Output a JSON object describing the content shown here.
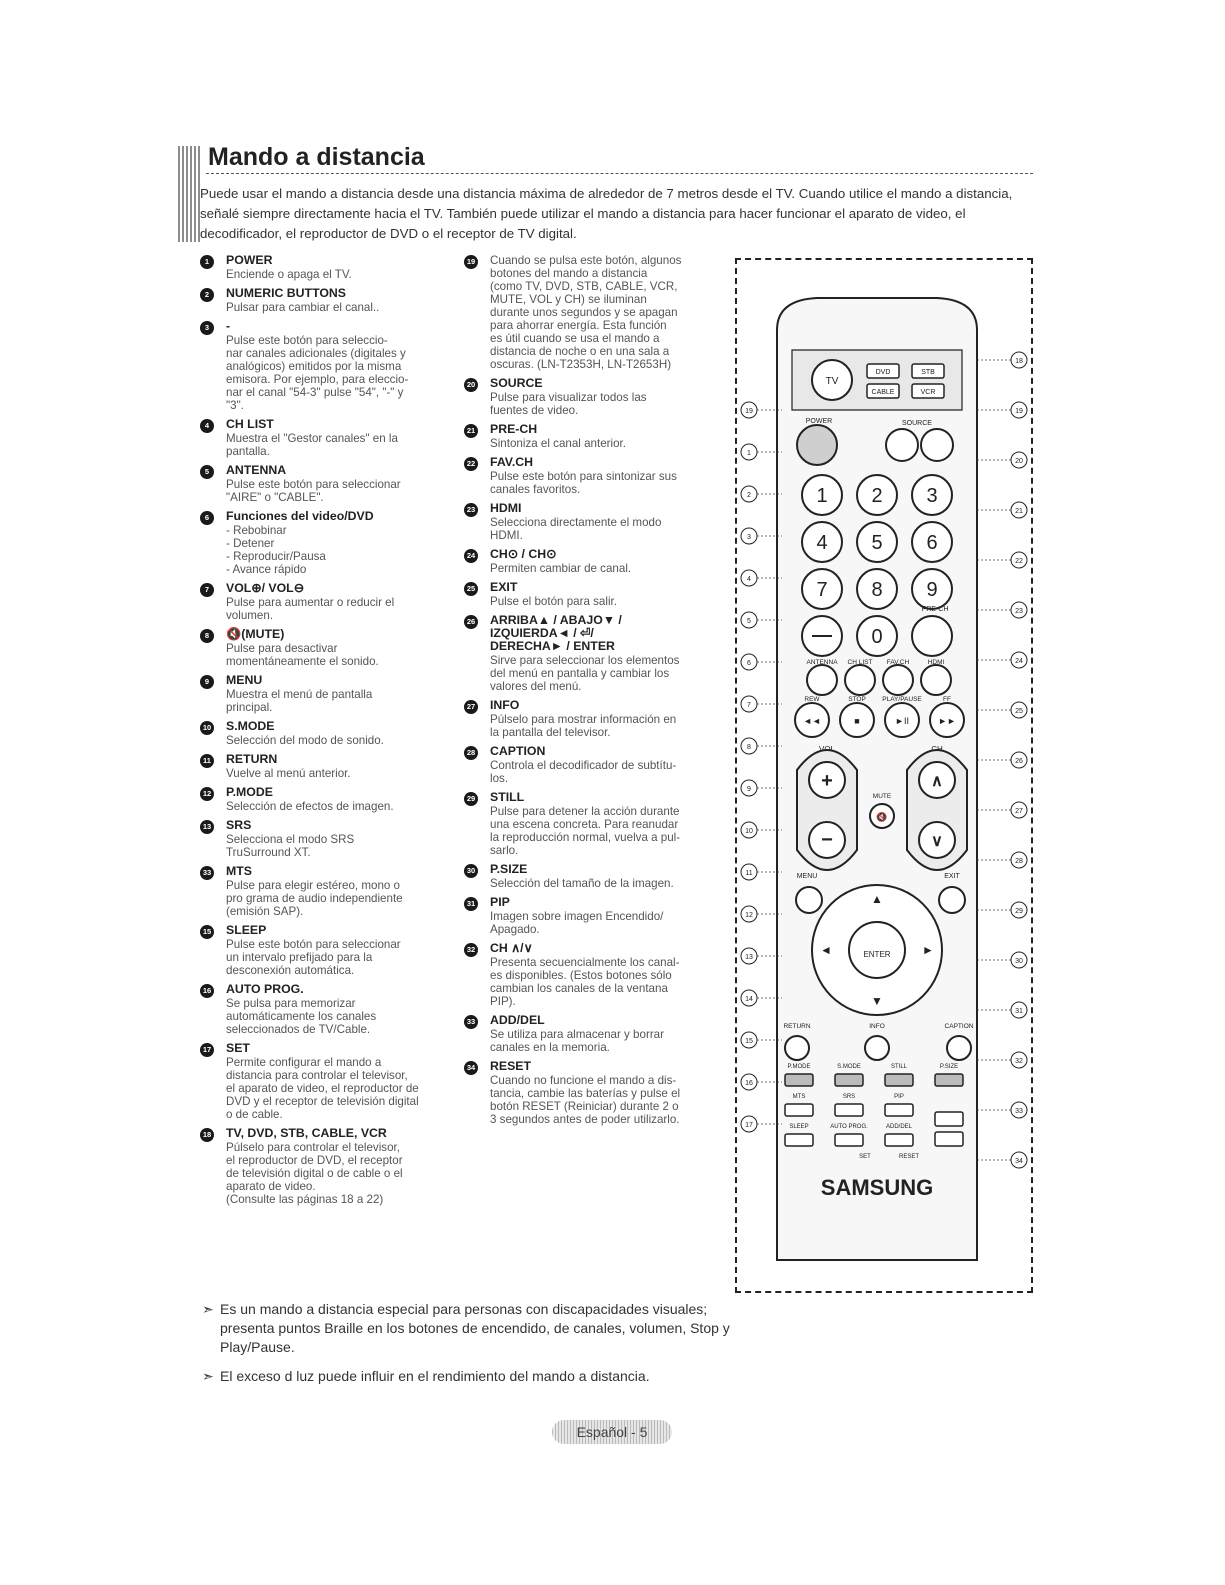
{
  "page": {
    "title": "Mando a distancia",
    "intro": "Puede usar el mando a distancia desde una distancia máxima de alrededor de 7 metros desde el TV. Cuando utilice el mando a distancia, señalé siempre directamente hacia el TV. También puede utilizar el mando a distancia para hacer funcionar el aparato de video, el decodificador, el reproductor de DVD o el receptor de TV digital.",
    "footer": "Español - 5"
  },
  "col1": [
    {
      "n": "1",
      "title": "POWER",
      "desc": "Enciende o apaga el TV."
    },
    {
      "n": "2",
      "title": "NUMERIC BUTTONS",
      "desc": "Pulsar para cambiar el canal.."
    },
    {
      "n": "3",
      "title": "-",
      "desc": "Pulse este botón para seleccio-\nnar canales adicionales (digitales y\nanalógicos) emitidos por la misma\nemisora. Por ejemplo, para eleccio-\nnar el canal \"54-3\" pulse \"54\", \"-\" y\n\"3\"."
    },
    {
      "n": "4",
      "title": "CH LIST",
      "desc": "Muestra el \"Gestor canales\" en la\npantalla."
    },
    {
      "n": "5",
      "title": "ANTENNA",
      "desc": "Pulse este botón para seleccionar\n\"AIRE\" o \"CABLE\"."
    },
    {
      "n": "6",
      "title": "Funciones del video/DVD",
      "desc": "- Rebobinar\n- Detener\n- Reproducir/Pausa\n- Avance rápido"
    },
    {
      "n": "7",
      "title": "VOL⊕/ VOL⊖",
      "desc": "Pulse para aumentar o reducir el\nvolumen."
    },
    {
      "n": "8",
      "title": "🔇(MUTE)",
      "desc": "Pulse para desactivar\nmomentáneamente el sonido."
    },
    {
      "n": "9",
      "title": "MENU",
      "desc": "Muestra el menú de pantalla\nprincipal."
    },
    {
      "n": "10",
      "title": "S.MODE",
      "desc": "Selección del modo de sonido."
    },
    {
      "n": "11",
      "title": "RETURN",
      "desc": "Vuelve al menú anterior."
    },
    {
      "n": "12",
      "title": "P.MODE",
      "desc": "Selección de efectos de imagen."
    },
    {
      "n": "13",
      "title": "SRS",
      "desc": "Selecciona el modo SRS\nTruSurround XT."
    },
    {
      "n": "33",
      "title": "MTS",
      "desc": "Pulse para elegir estéreo, mono o\npro grama de audio independiente\n(emisión SAP)."
    },
    {
      "n": "15",
      "title": "SLEEP",
      "desc": "Pulse este botón para seleccionar\nun intervalo prefijado para la\ndesconexión automática."
    },
    {
      "n": "16",
      "title": "AUTO PROG.",
      "desc": "Se pulsa para memorizar\nautomáticamente los canales\nseleccionados de TV/Cable."
    },
    {
      "n": "17",
      "title": "SET",
      "desc": "Permite configurar el mando a\ndistancia para controlar el televisor,\nel aparato de video, el reproductor de\nDVD y el receptor de televisión digital\no de cable."
    },
    {
      "n": "18",
      "title": "TV, DVD, STB, CABLE, VCR",
      "desc": "Púlselo para controlar el televisor,\nel reproductor de DVD, el receptor\nde televisión digital o de cable o el\naparato de video.\n(Consulte las páginas 18 a 22)"
    }
  ],
  "col2": [
    {
      "n": "19",
      "title": "",
      "desc": "Cuando se pulsa este botón, algunos\nbotones del mando a distancia\n(como TV, DVD, STB, CABLE, VCR,\nMUTE, VOL y CH) se iluminan\ndurante unos segundos y se apagan\npara ahorrar energía. Esta función\nes útil cuando se usa el mando a\ndistancia de noche o en una sala a\noscuras. (LN-T2353H, LN-T2653H)"
    },
    {
      "n": "20",
      "title": "SOURCE",
      "desc": "Pulse para visualizar todos las\nfuentes de video."
    },
    {
      "n": "21",
      "title": "PRE-CH",
      "desc": "Sintoniza el canal anterior."
    },
    {
      "n": "22",
      "title": "FAV.CH",
      "desc": "Pulse este botón para sintonizar sus\ncanales favoritos."
    },
    {
      "n": "23",
      "title": "HDMI",
      "desc": "Selecciona directamente el modo\nHDMI."
    },
    {
      "n": "24",
      "title": "CH⊙ / CH⊙",
      "desc": "Permiten cambiar de canal."
    },
    {
      "n": "25",
      "title": "EXIT",
      "desc": "Pulse el botón para salir."
    },
    {
      "n": "26",
      "title": "ARRIBA▲ / ABAJO▼ /\nIZQUIERDA◄ / ⏎/\nDERECHA► / ENTER",
      "desc": "Sirve para seleccionar los elementos\ndel menú en pantalla y cambiar los\nvalores del menú."
    },
    {
      "n": "27",
      "title": "INFO",
      "desc": "Púlselo para mostrar información en\nla pantalla del televisor."
    },
    {
      "n": "28",
      "title": "CAPTION",
      "desc": "Controla el decodificador de subtítu-\nlos."
    },
    {
      "n": "29",
      "title": "STILL",
      "desc": "Pulse para detener la acción durante\nuna escena concreta. Para reanudar\nla reproducción normal, vuelva a pul-\nsarlo."
    },
    {
      "n": "30",
      "title": "P.SIZE",
      "desc": "Selección del tamaño de la imagen."
    },
    {
      "n": "31",
      "title": "PIP",
      "desc": "Imagen sobre imagen Encendido/\nApagado."
    },
    {
      "n": "32",
      "title": "CH ∧/∨",
      "desc": "Presenta secuencialmente los canal-\nes disponibles. (Estos botones sólo\ncambian los canales de la ventana\nPIP)."
    },
    {
      "n": "33",
      "title": "ADD/DEL",
      "desc": "Se utiliza para almacenar y borrar\ncanales en la memoria."
    },
    {
      "n": "34",
      "title": "RESET",
      "desc": "Cuando no funcione el mando a dis-\ntancia, cambie las baterías y pulse el\nbotón RESET (Reiniciar) durante 2 o\n3 segundos antes de poder utilizarlo."
    }
  ],
  "notes": [
    "Es un mando a distancia especial para personas con discapacidades visuales; presenta puntos Braille en los botones de encendido, de canales, volumen, Stop y Play/Pause.",
    "El exceso d luz puede influir en el rendimiento del mando a distancia."
  ],
  "note_mark": "➣",
  "remote": {
    "top": {
      "tv": "TV",
      "dvd": "DVD",
      "stb": "STB",
      "cable": "CABLE",
      "vcr": "VCR"
    },
    "power": "POWER",
    "source": "SOURCE",
    "digits": [
      "1",
      "2",
      "3",
      "4",
      "5",
      "6",
      "7",
      "8",
      "9",
      "0"
    ],
    "prech": "PRE-CH",
    "row_labels": [
      "ANTENNA",
      "CH LIST",
      "FAV.CH",
      "HDMI"
    ],
    "media_labels": [
      "REW",
      "STOP",
      "PLAY/PAUSE",
      "FF"
    ],
    "vol": "VOL",
    "ch": "CH",
    "mute": "MUTE",
    "menu": "MENU",
    "exit": "EXIT",
    "enter": "ENTER",
    "return": "RETURN",
    "info": "INFO",
    "caption": "CAPTION",
    "pmode": "P.MODE",
    "smode": "S.MODE",
    "still": "STILL",
    "psize": "P.SIZE",
    "mts": "MTS",
    "srs": "SRS",
    "pip": "PIP",
    "sleep": "SLEEP",
    "autoprog": "AUTO PROG.",
    "adddel": "ADD/DEL",
    "ch_small": "CH",
    "set": "SET",
    "reset": "RESET",
    "brand": "SAMSUNG",
    "callouts_left": [
      "19",
      "1",
      "2",
      "3",
      "4",
      "5",
      "6",
      "7",
      "8",
      "9",
      "10",
      "11",
      "12",
      "13",
      "14",
      "15",
      "16",
      "17"
    ],
    "callouts_right": [
      "18",
      "19",
      "20",
      "21",
      "22",
      "23",
      "24",
      "25",
      "26",
      "27",
      "28",
      "29",
      "30",
      "31",
      "32",
      "33",
      "34"
    ]
  }
}
